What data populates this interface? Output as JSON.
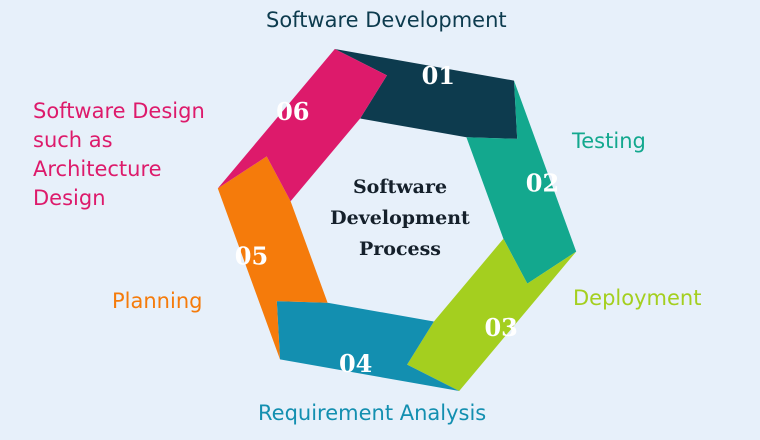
{
  "center_title": [
    "Software",
    "Development",
    "Process"
  ],
  "steps": [
    {
      "number": "01",
      "label": "Software Development",
      "color": "#0d3b4e"
    },
    {
      "number": "02",
      "label": "Testing",
      "color": "#13a88e"
    },
    {
      "number": "03",
      "label": "Deployment",
      "color": "#a4cf1f"
    },
    {
      "number": "04",
      "label": "Requirement Analysis",
      "color": "#138fb0"
    },
    {
      "number": "05",
      "label": "Planning",
      "color": "#f57b0b"
    },
    {
      "number": "06",
      "label": "Software Design such as Architecture Design",
      "color": "#dd1a6b"
    }
  ]
}
